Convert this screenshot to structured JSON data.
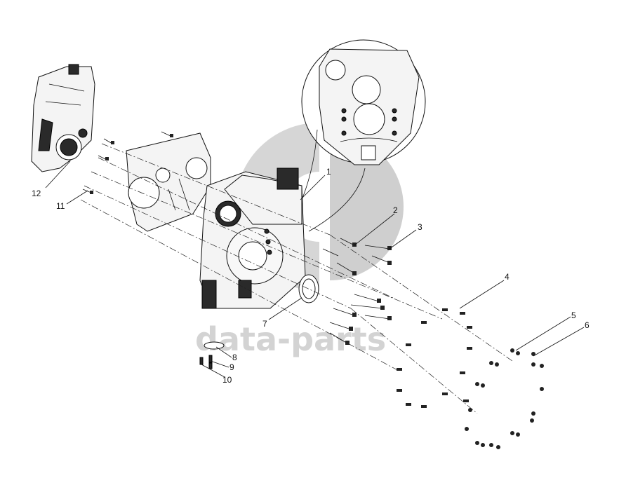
{
  "diagram": {
    "type": "exploded-parts-view",
    "watermark": {
      "text": "data-parts",
      "logo_color": "#c9c9c9"
    },
    "callouts": [
      {
        "id": "c1",
        "label": "1"
      },
      {
        "id": "c2",
        "label": "2"
      },
      {
        "id": "c3",
        "label": "3"
      },
      {
        "id": "c4",
        "label": "4"
      },
      {
        "id": "c5",
        "label": "5"
      },
      {
        "id": "c6",
        "label": "6"
      },
      {
        "id": "c7",
        "label": "7"
      },
      {
        "id": "c8",
        "label": "8"
      },
      {
        "id": "c9",
        "label": "9"
      },
      {
        "id": "c10",
        "label": "10"
      },
      {
        "id": "c11",
        "label": "11"
      },
      {
        "id": "c12",
        "label": "12"
      }
    ]
  }
}
